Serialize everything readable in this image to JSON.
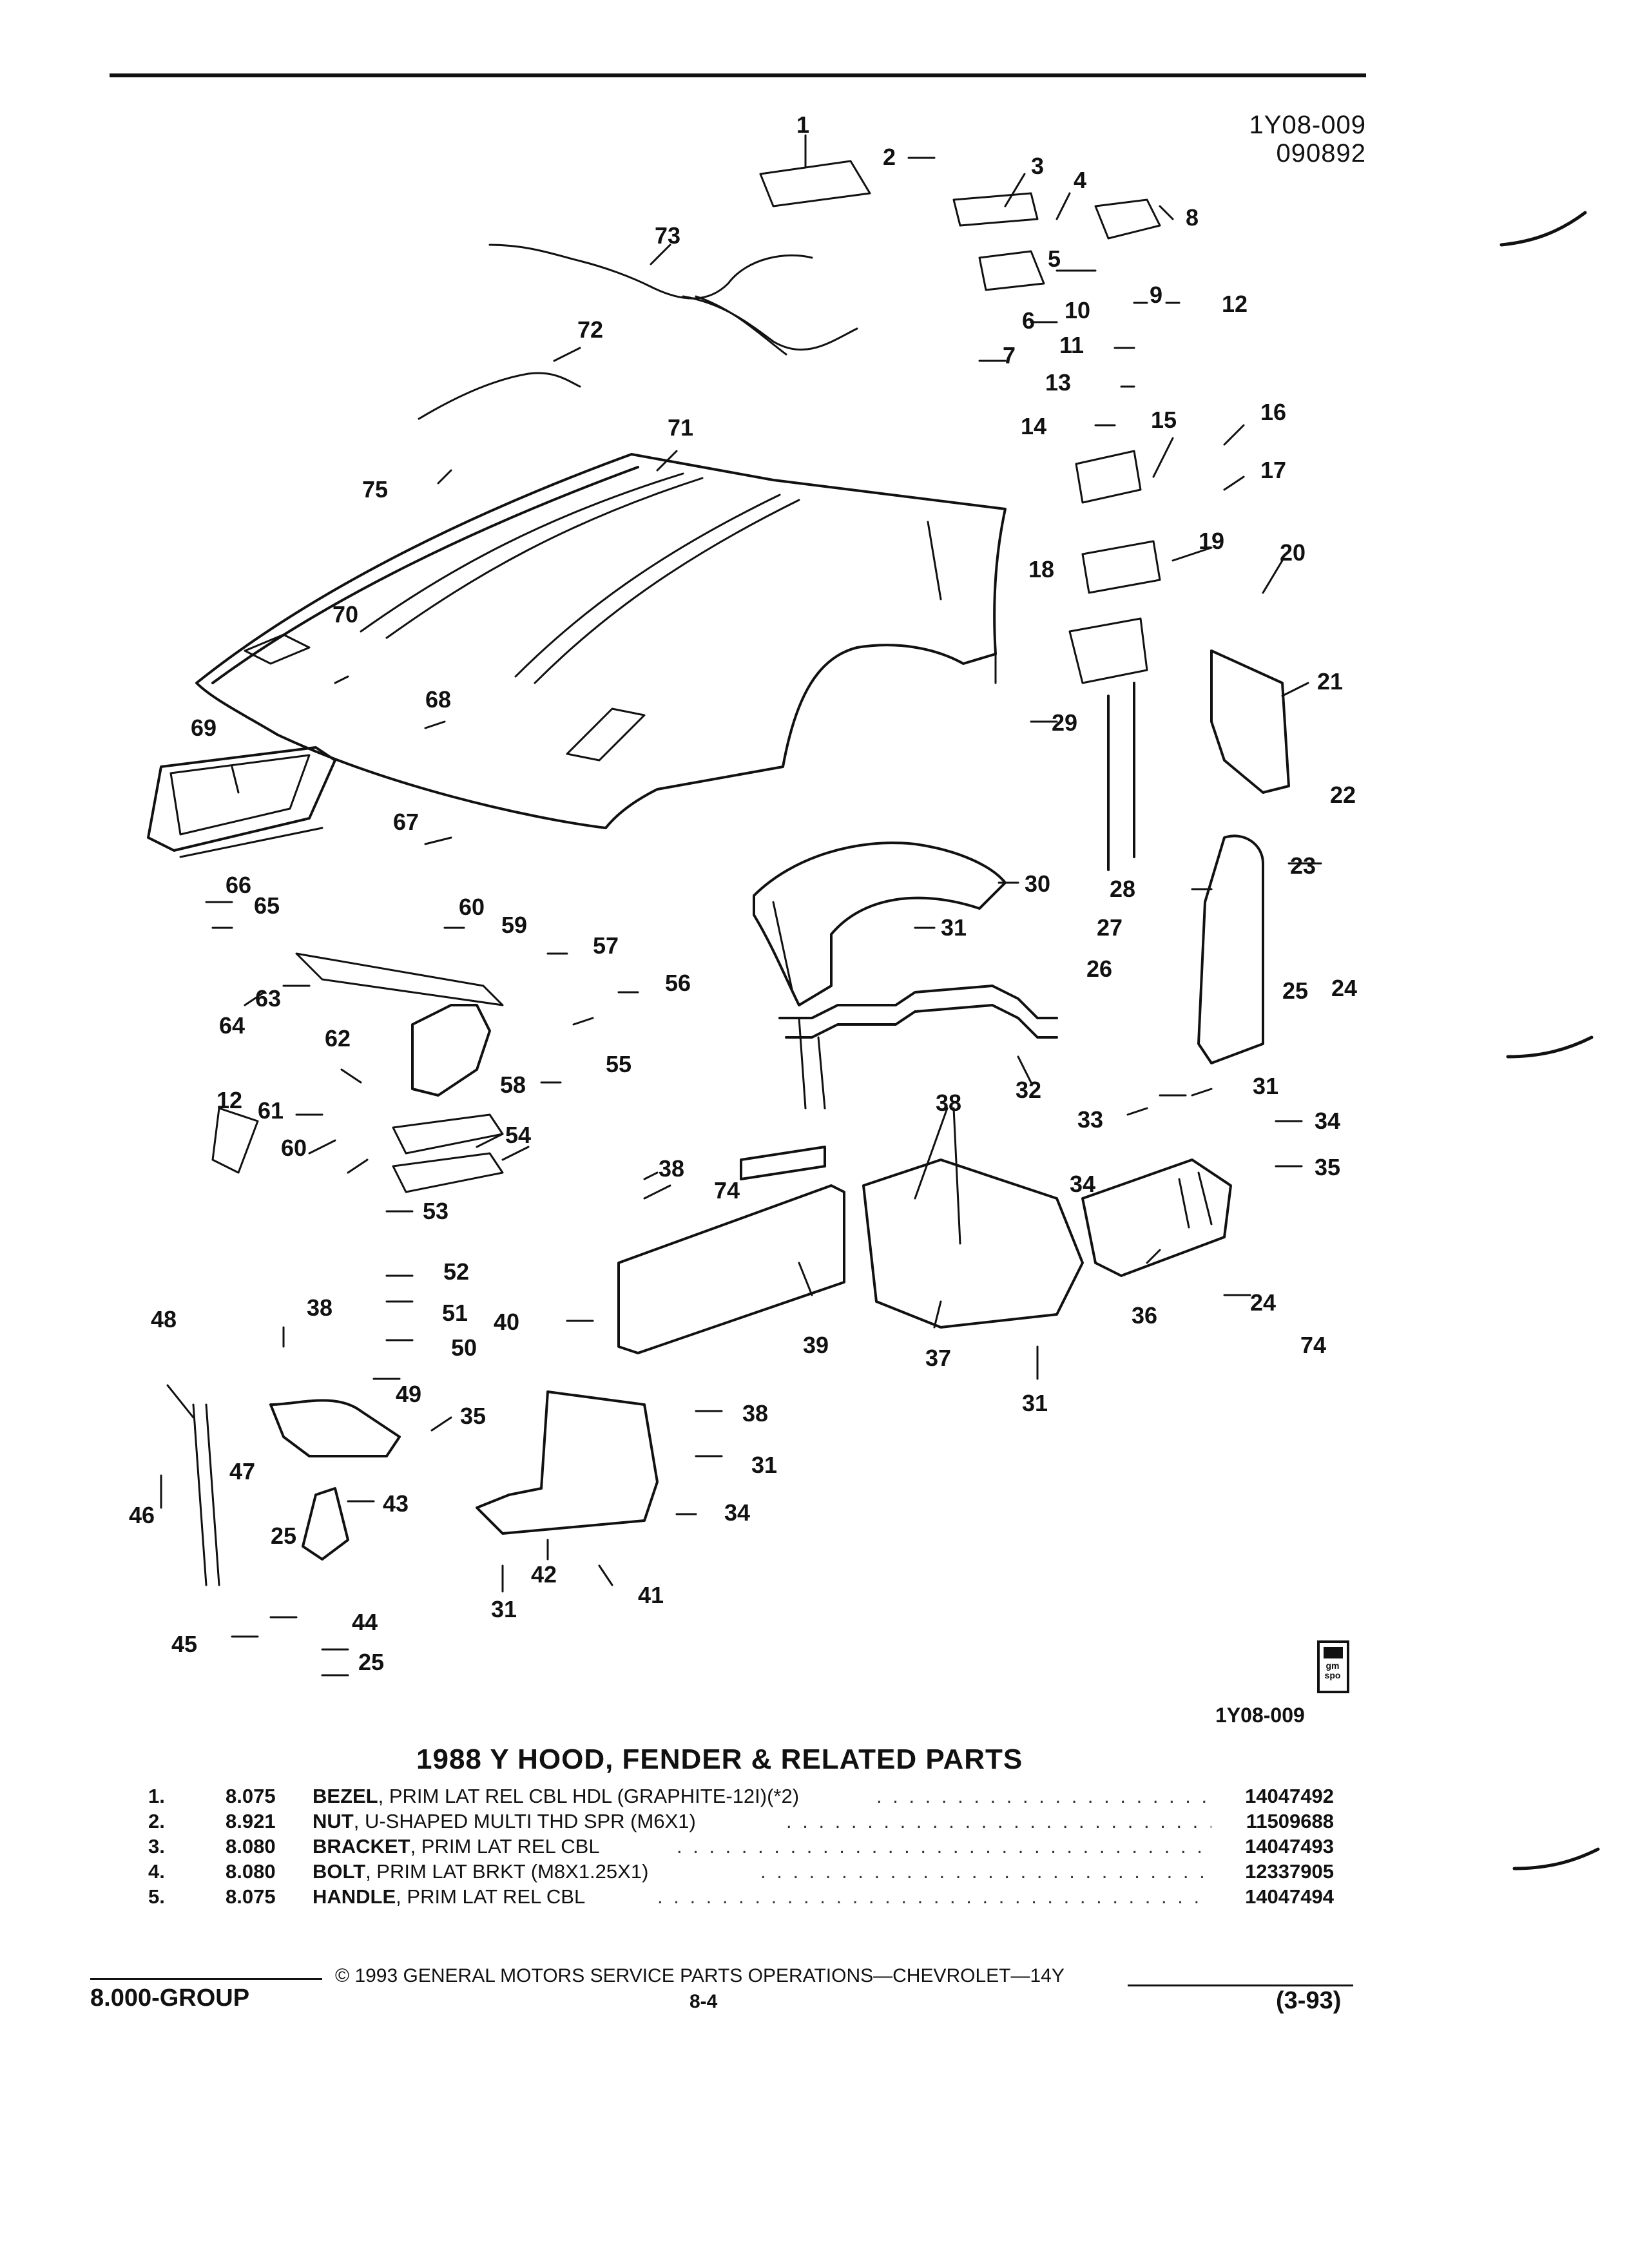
{
  "header": {
    "code": "1Y08-009",
    "date": "090892"
  },
  "diagram": {
    "callouts": [
      "1",
      "2",
      "3",
      "4",
      "5",
      "6",
      "7",
      "8",
      "9",
      "10",
      "11",
      "12",
      "13",
      "14",
      "15",
      "16",
      "17",
      "18",
      "19",
      "20",
      "21",
      "22",
      "23",
      "24",
      "25",
      "26",
      "27",
      "28",
      "29",
      "30",
      "31",
      "32",
      "33",
      "34",
      "35",
      "36",
      "37",
      "38",
      "39",
      "40",
      "41",
      "42",
      "43",
      "44",
      "45",
      "46",
      "47",
      "48",
      "49",
      "50",
      "51",
      "52",
      "53",
      "54",
      "55",
      "56",
      "57",
      "58",
      "59",
      "60",
      "61",
      "62",
      "63",
      "64",
      "65",
      "66",
      "67",
      "68",
      "69",
      "70",
      "71",
      "72",
      "73",
      "74",
      "75"
    ],
    "extra_callouts": {
      "c12b": "12",
      "c24b": "24",
      "c25b": "25",
      "c25c": "25",
      "c31b": "31",
      "c31c": "31",
      "c31d": "31",
      "c31e": "31",
      "c34b": "34",
      "c34c": "34",
      "c35b": "35",
      "c38b": "38",
      "c38c": "38",
      "c38d": "38",
      "c60b": "60",
      "c74b": "74"
    },
    "logo_text": "gm spo",
    "figure_code": "1Y08-009"
  },
  "section": {
    "title": "1988 Y HOOD, FENDER & RELATED PARTS"
  },
  "parts": [
    {
      "no": "1.",
      "group": "8.075",
      "name": "BEZEL",
      "desc": ", PRIM LAT REL CBL HDL (GRAPHITE-12I)(*2)",
      "part": "14047492"
    },
    {
      "no": "2.",
      "group": "8.921",
      "name": "NUT",
      "desc": ", U-SHAPED MULTI THD SPR (M6X1)",
      "part": "11509688"
    },
    {
      "no": "3.",
      "group": "8.080",
      "name": "BRACKET",
      "desc": ", PRIM LAT REL CBL",
      "part": "14047493"
    },
    {
      "no": "4.",
      "group": "8.080",
      "name": "BOLT",
      "desc": ", PRIM LAT BRKT (M8X1.25X1)",
      "part": "12337905"
    },
    {
      "no": "5.",
      "group": "8.075",
      "name": "HANDLE",
      "desc": ", PRIM LAT REL CBL",
      "part": "14047494"
    }
  ],
  "footer": {
    "copyright": "© 1993 GENERAL MOTORS SERVICE PARTS OPERATIONS—CHEVROLET—14Y",
    "group": "8.000-GROUP",
    "page": "8-4",
    "revision": "(3-93)"
  }
}
